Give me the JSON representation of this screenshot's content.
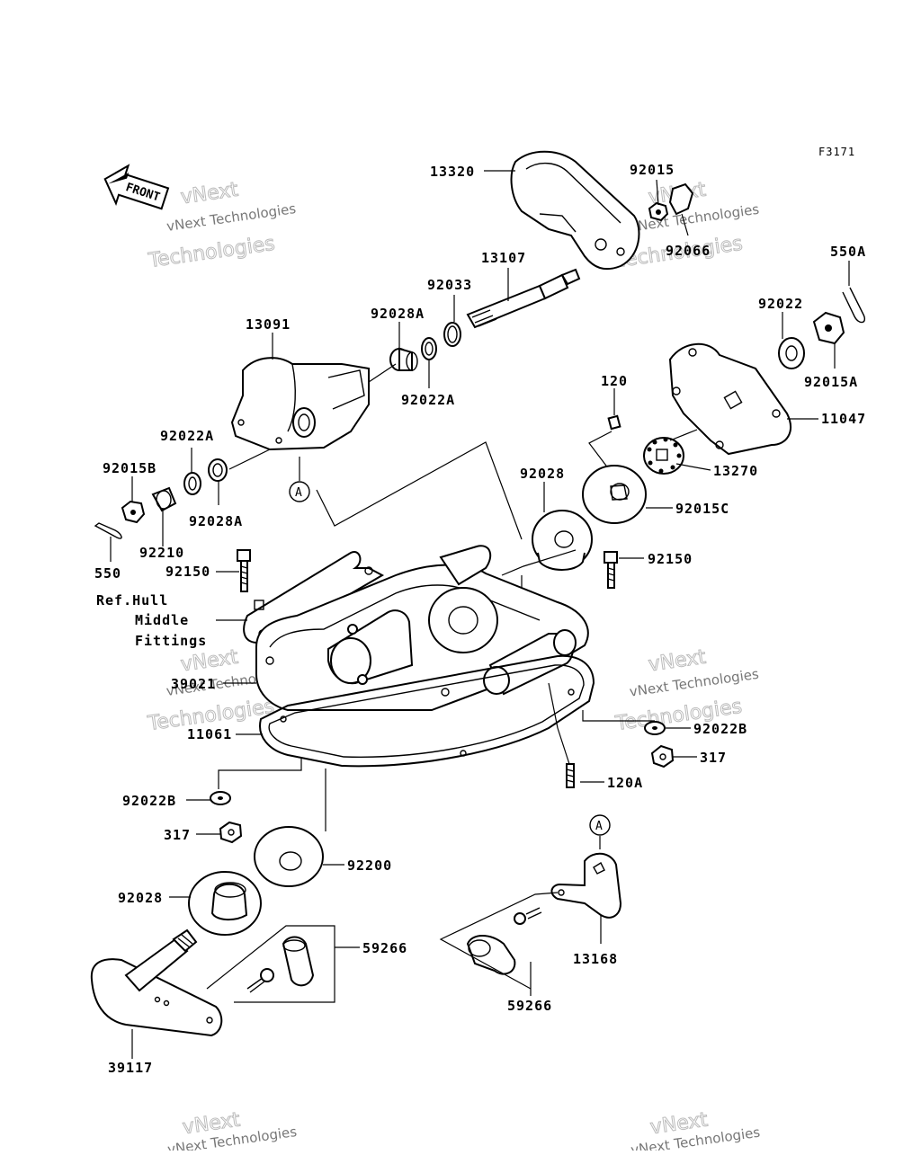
{
  "figure_code": "F3171",
  "front_arrow": "FRONT",
  "watermark": {
    "line1": "vNext Technologies",
    "line2": "vNext",
    "line3": "Technologies"
  },
  "callout_a": "A",
  "reference_note": [
    "Ref.Hull",
    "Middle",
    "Fittings"
  ],
  "labels": {
    "l13320": "13320",
    "l92015": "92015",
    "l92066": "92066",
    "l550A": "550A",
    "l13107": "13107",
    "l92033": "92033",
    "l92028A_top": "92028A",
    "l92022A_top": "92022A",
    "l13091": "13091",
    "l92022": "92022",
    "l92015A": "92015A",
    "l11047": "11047",
    "l120": "120",
    "l13270": "13270",
    "l92015C": "92015C",
    "l92028_mid": "92028",
    "l92022A_left": "92022A",
    "l92015B": "92015B",
    "l92028A_left": "92028A",
    "l92210": "92210",
    "l550": "550",
    "l92150_left": "92150",
    "l92150_right": "92150",
    "l39021": "39021",
    "l11061": "11061",
    "l92022B_right": "92022B",
    "l317_right": "317",
    "l120A": "120A",
    "l92022B_left": "92022B",
    "l317_left": "317",
    "l92200": "92200",
    "l92028_bottom": "92028",
    "l59266_left": "59266",
    "l59266_right": "59266",
    "l13168": "13168",
    "l39117": "39117"
  }
}
